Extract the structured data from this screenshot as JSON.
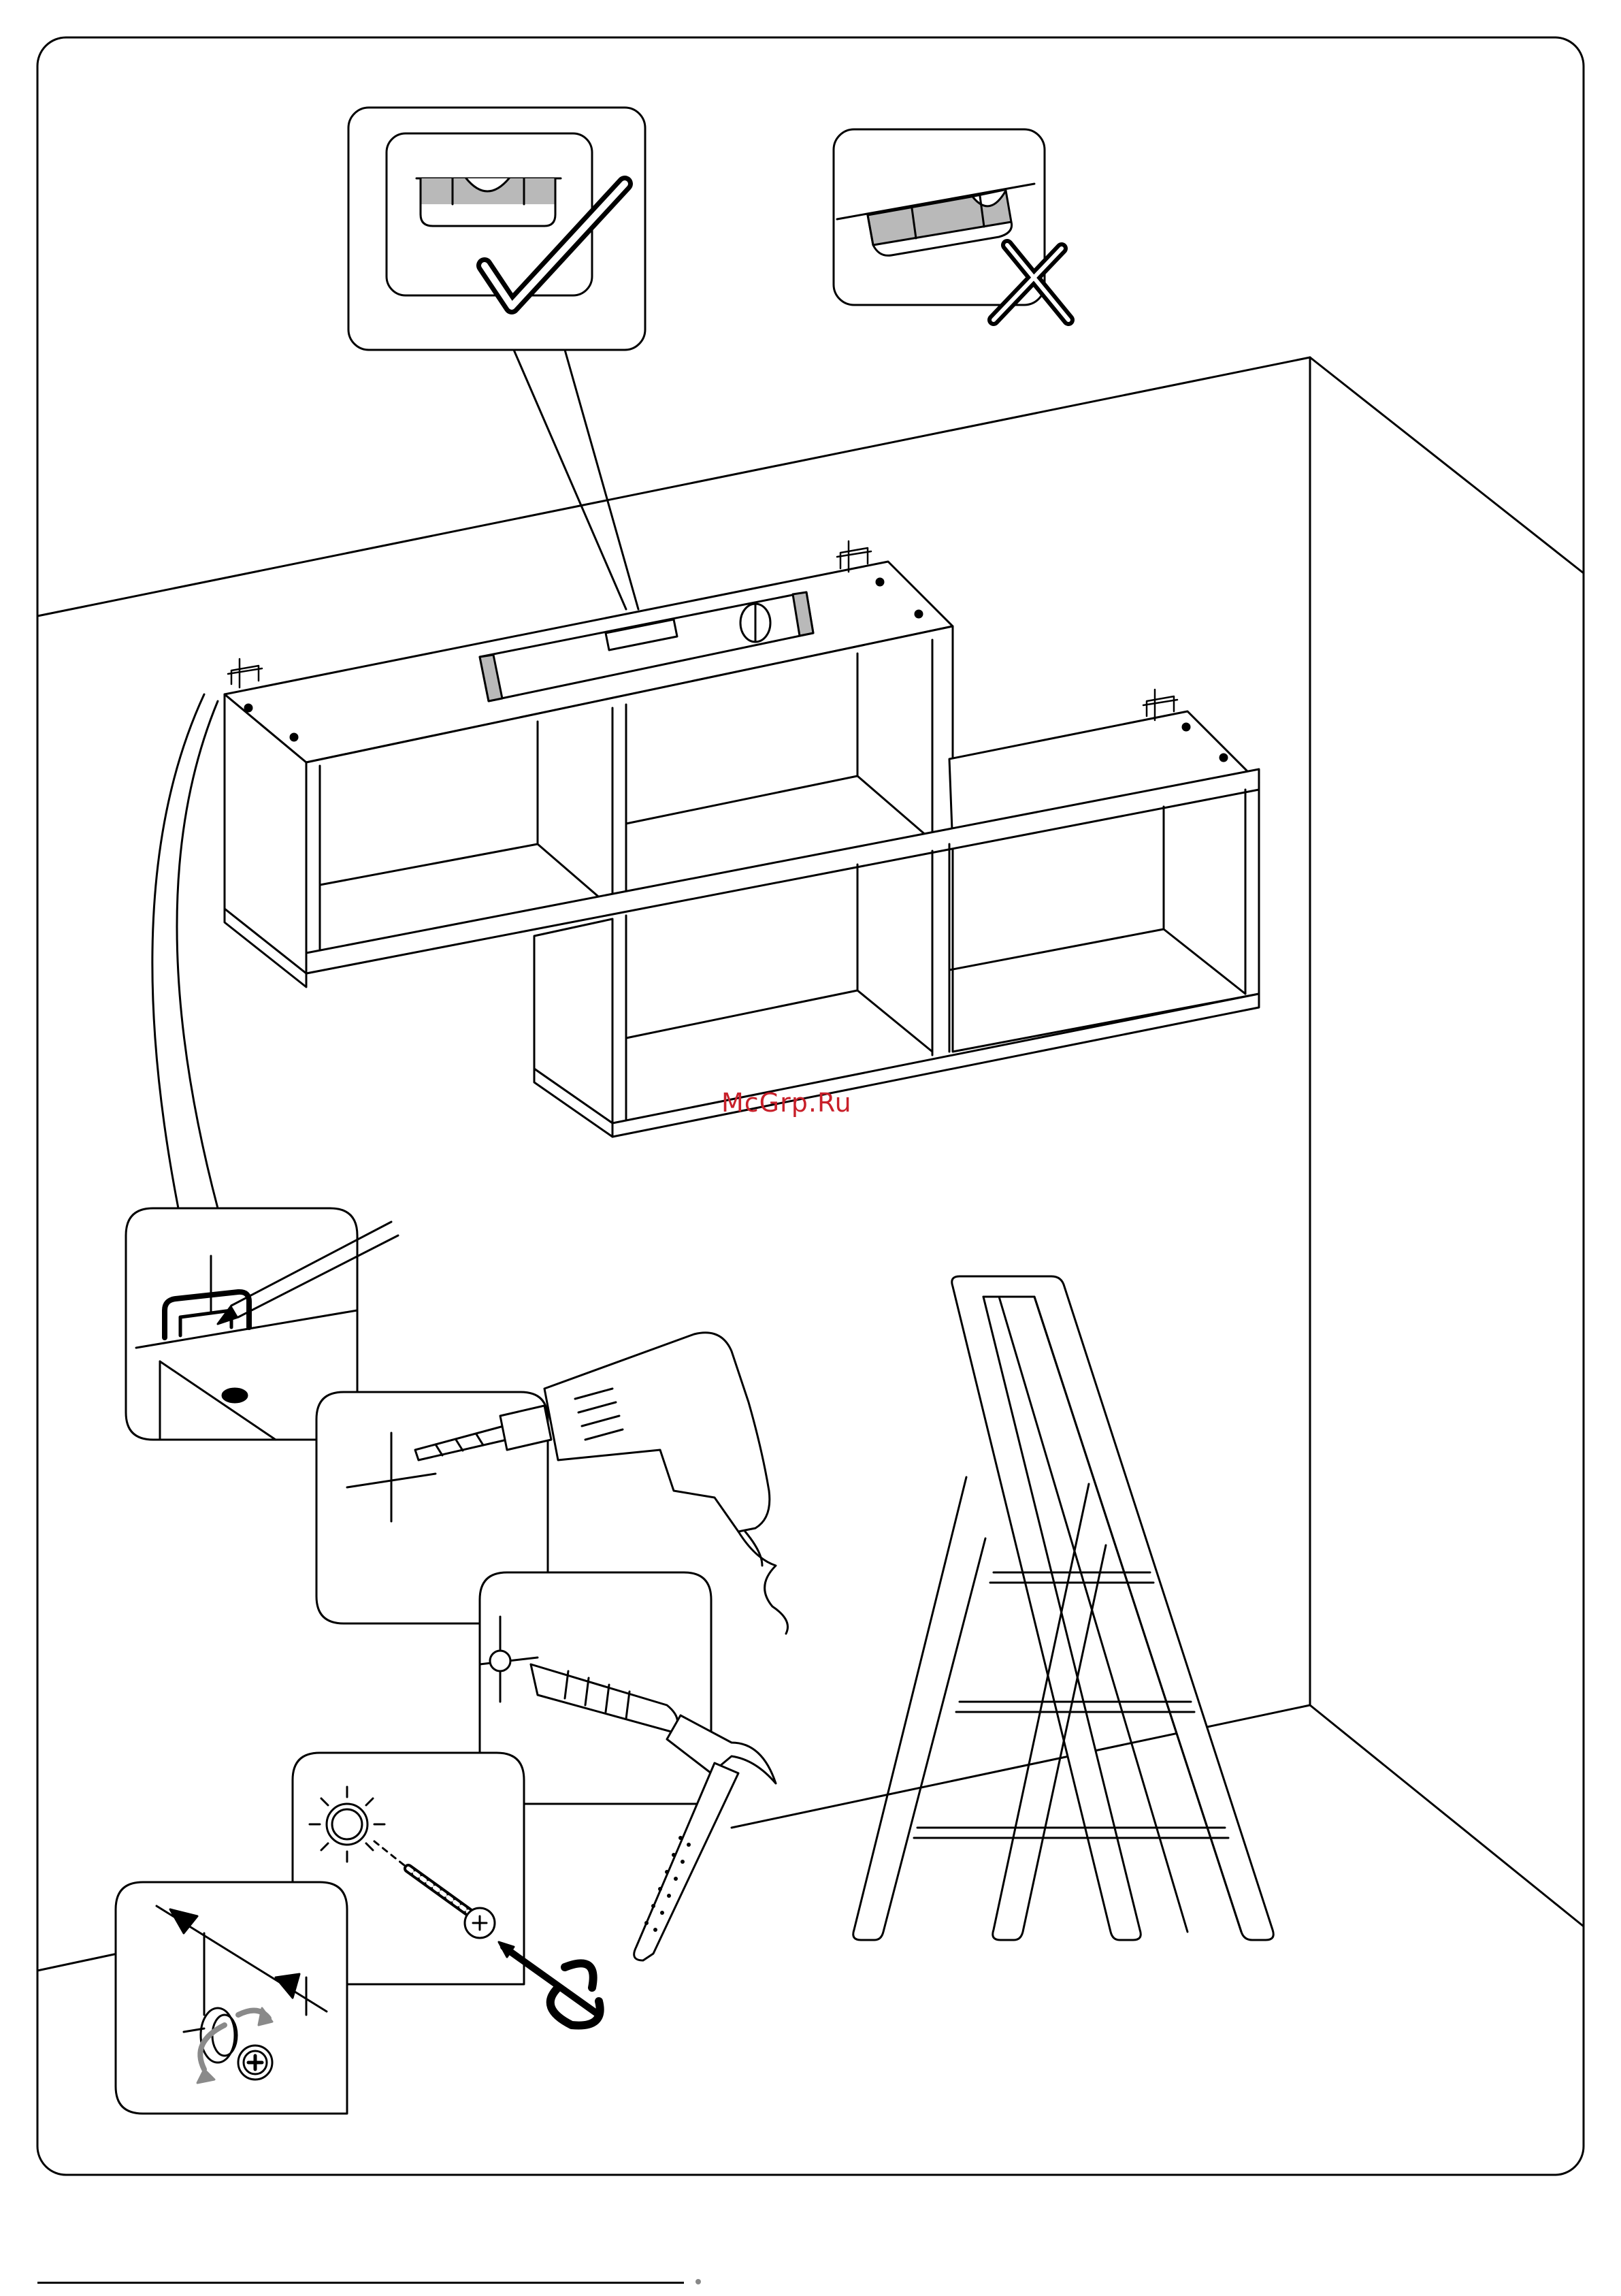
{
  "watermark": {
    "text": "McGrp.Ru",
    "color": "#c8202a"
  },
  "illustration": {
    "steps": [
      {
        "icon": "spirit-level-correct-icon",
        "meaning": "level"
      },
      {
        "icon": "spirit-level-wrong-icon",
        "meaning": "not-level"
      },
      {
        "icon": "pencil-mark-icon",
        "meaning": "mark"
      },
      {
        "icon": "drill-icon",
        "meaning": "drill"
      },
      {
        "icon": "hammer-dowel-icon",
        "meaning": "insert-dowel"
      },
      {
        "icon": "screwdriver-screw-icon",
        "meaning": "screw"
      },
      {
        "icon": "bracket-adjust-icon",
        "meaning": "adjust"
      }
    ],
    "line_color": "#000000",
    "level_fill": "#b9b9b9"
  }
}
